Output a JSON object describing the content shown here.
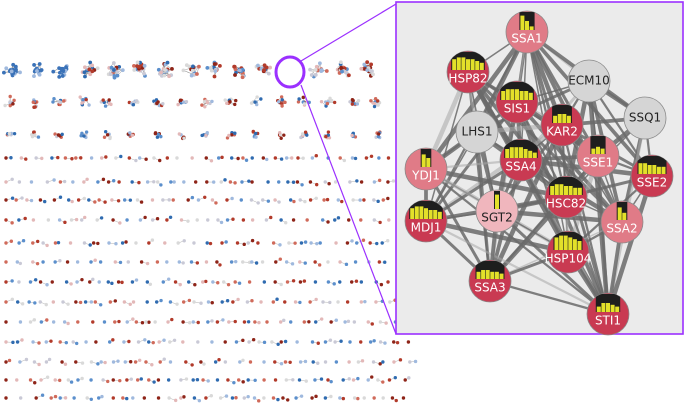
{
  "colors": {
    "panel_border": "#9b30ff",
    "panel_bg": "#ebebeb",
    "edge": "#6a6a6a",
    "edge_light": "#a8a8a8",
    "dark_red": "#c93a52",
    "mid_red": "#e07b87",
    "light_pink": "#f0b6bd",
    "grey": "#d5d5d5",
    "bar_yellow": "#e3e02a",
    "bar_dark": "#1e1e1e"
  },
  "nodes": [
    {
      "id": "SSA1",
      "label": "SSA1",
      "color": "mid_red",
      "bars": [
        0.8,
        0.5,
        0.2
      ]
    },
    {
      "id": "HSP82",
      "label": "HSP82",
      "color": "dark_red",
      "bars": [
        0.6,
        0.7,
        0.7,
        0.6,
        0.6,
        0.5,
        0.4
      ]
    },
    {
      "id": "ECM10",
      "label": "ECM10",
      "color": "grey",
      "bars": []
    },
    {
      "id": "SIS1",
      "label": "SIS1",
      "color": "dark_red",
      "bars": [
        0.5,
        0.6,
        0.6,
        0.6,
        0.5,
        0.5,
        0.4
      ]
    },
    {
      "id": "KAR2",
      "label": "KAR2",
      "color": "dark_red",
      "bars": [
        0.4,
        0.5,
        0.5,
        0.4
      ]
    },
    {
      "id": "SSQ1",
      "label": "SSQ1",
      "color": "grey",
      "bars": []
    },
    {
      "id": "LHS1",
      "label": "LHS1",
      "color": "grey",
      "bars": []
    },
    {
      "id": "SSA4",
      "label": "SSA4",
      "color": "dark_red",
      "bars": [
        0.5,
        0.6,
        0.6,
        0.6,
        0.5,
        0.4,
        0.3
      ]
    },
    {
      "id": "SSE1",
      "label": "SSE1",
      "color": "mid_red",
      "bars": [
        0.3,
        0.4,
        0.3
      ]
    },
    {
      "id": "YDJ1",
      "label": "YDJ1",
      "color": "mid_red",
      "bars": [
        0.7,
        0.5
      ]
    },
    {
      "id": "SSE2",
      "label": "SSE2",
      "color": "dark_red",
      "bars": [
        0.6,
        0.6,
        0.5,
        0.5,
        0.4,
        0.4
      ]
    },
    {
      "id": "HSC82",
      "label": "HSC82",
      "color": "dark_red",
      "bars": [
        0.5,
        0.6,
        0.6,
        0.5,
        0.5,
        0.4,
        0.4
      ]
    },
    {
      "id": "MDJ1",
      "label": "MDJ1",
      "color": "dark_red",
      "bars": [
        0.6,
        0.7,
        0.7,
        0.6,
        0.5,
        0.5,
        0.4
      ]
    },
    {
      "id": "SGT2",
      "label": "SGT2",
      "color": "light_pink",
      "bars": [
        0.8
      ]
    },
    {
      "id": "SSA2",
      "label": "SSA2",
      "color": "mid_red",
      "bars": [
        0.7,
        0.4
      ]
    },
    {
      "id": "HSP104",
      "label": "HSP104",
      "color": "dark_red",
      "bars": [
        0.7,
        0.8,
        0.8,
        0.7,
        0.6,
        0.5
      ]
    },
    {
      "id": "SSA3",
      "label": "SSA3",
      "color": "dark_red",
      "bars": [
        0.4,
        0.5,
        0.5,
        0.4,
        0.4,
        0.3
      ]
    },
    {
      "id": "STI1",
      "label": "STI1",
      "color": "dark_red",
      "bars": [
        0.3,
        0.5,
        0.5,
        0.4,
        0.3
      ]
    }
  ],
  "edges": [
    [
      "SSA1",
      "HSP82"
    ],
    [
      "SSA1",
      "SIS1"
    ],
    [
      "SSA1",
      "KAR2"
    ],
    [
      "SSA1",
      "ECM10"
    ],
    [
      "SSA1",
      "SSQ1"
    ],
    [
      "SSA1",
      "SSA4"
    ],
    [
      "SSA1",
      "SSE1"
    ],
    [
      "SSA1",
      "YDJ1"
    ],
    [
      "SSA1",
      "HSC82"
    ],
    [
      "SSA1",
      "SSA2"
    ],
    [
      "SSA1",
      "SSA3"
    ],
    [
      "SSA1",
      "STI1"
    ],
    [
      "SSA1",
      "LHS1"
    ],
    [
      "SSA1",
      "MDJ1"
    ],
    [
      "SSA1",
      "SSE2"
    ],
    [
      "SSA1",
      "HSP104"
    ],
    [
      "HSP82",
      "SIS1"
    ],
    [
      "HSP82",
      "YDJ1"
    ],
    [
      "HSP82",
      "SSA4"
    ],
    [
      "HSP82",
      "HSC82"
    ],
    [
      "HSP82",
      "MDJ1"
    ],
    [
      "HSP82",
      "SSA2"
    ],
    [
      "HSP82",
      "STI1"
    ],
    [
      "HSP82",
      "SSA3"
    ],
    [
      "HSP82",
      "LHS1"
    ],
    [
      "HSP82",
      "SGT2"
    ],
    [
      "HSP82",
      "SSE1"
    ],
    [
      "HSP82",
      "HSP104"
    ],
    [
      "ECM10",
      "KAR2"
    ],
    [
      "ECM10",
      "SSQ1"
    ],
    [
      "ECM10",
      "SSE1"
    ],
    [
      "ECM10",
      "SSA4"
    ],
    [
      "ECM10",
      "HSC82"
    ],
    [
      "ECM10",
      "SSE2"
    ],
    [
      "ECM10",
      "SSA2"
    ],
    [
      "ECM10",
      "SIS1"
    ],
    [
      "ECM10",
      "LHS1"
    ],
    [
      "ECM10",
      "STI1"
    ],
    [
      "SIS1",
      "KAR2"
    ],
    [
      "SIS1",
      "SSA4"
    ],
    [
      "SIS1",
      "YDJ1"
    ],
    [
      "SIS1",
      "LHS1"
    ],
    [
      "SIS1",
      "SSE1"
    ],
    [
      "SIS1",
      "HSC82"
    ],
    [
      "SIS1",
      "SSA2"
    ],
    [
      "SIS1",
      "SSA3"
    ],
    [
      "SIS1",
      "MDJ1"
    ],
    [
      "SIS1",
      "SGT2"
    ],
    [
      "SIS1",
      "HSP104"
    ],
    [
      "SIS1",
      "STI1"
    ],
    [
      "KAR2",
      "SSA4"
    ],
    [
      "KAR2",
      "SSE1"
    ],
    [
      "KAR2",
      "LHS1"
    ],
    [
      "KAR2",
      "HSC82"
    ],
    [
      "KAR2",
      "SSQ1"
    ],
    [
      "KAR2",
      "SSA2"
    ],
    [
      "KAR2",
      "SSE2"
    ],
    [
      "KAR2",
      "SSA3"
    ],
    [
      "KAR2",
      "STI1"
    ],
    [
      "KAR2",
      "MDJ1"
    ],
    [
      "KAR2",
      "HSP104"
    ],
    [
      "KAR2",
      "SGT2"
    ],
    [
      "SSQ1",
      "SSE1"
    ],
    [
      "SSQ1",
      "SSE2"
    ],
    [
      "SSQ1",
      "SSA2"
    ],
    [
      "SSQ1",
      "HSC82"
    ],
    [
      "SSQ1",
      "STI1"
    ],
    [
      "LHS1",
      "YDJ1"
    ],
    [
      "LHS1",
      "SSA4"
    ],
    [
      "LHS1",
      "SGT2"
    ],
    [
      "LHS1",
      "MDJ1"
    ],
    [
      "LHS1",
      "SSA3"
    ],
    [
      "LHS1",
      "HSC82"
    ],
    [
      "SSA4",
      "YDJ1"
    ],
    [
      "SSA4",
      "SSE1"
    ],
    [
      "SSA4",
      "HSC82"
    ],
    [
      "SSA4",
      "SGT2"
    ],
    [
      "SSA4",
      "SSA2"
    ],
    [
      "SSA4",
      "HSP104"
    ],
    [
      "SSA4",
      "SSA3"
    ],
    [
      "SSA4",
      "STI1"
    ],
    [
      "SSA4",
      "MDJ1"
    ],
    [
      "SSA4",
      "SSE2"
    ],
    [
      "SSE1",
      "SSE2"
    ],
    [
      "SSE1",
      "HSC82"
    ],
    [
      "SSE1",
      "SSA2"
    ],
    [
      "SSE1",
      "STI1"
    ],
    [
      "SSE1",
      "HSP104"
    ],
    [
      "SSE1",
      "SSA3"
    ],
    [
      "YDJ1",
      "MDJ1"
    ],
    [
      "YDJ1",
      "SGT2"
    ],
    [
      "YDJ1",
      "SSA3"
    ],
    [
      "YDJ1",
      "HSC82"
    ],
    [
      "YDJ1",
      "STI1"
    ],
    [
      "YDJ1",
      "HSP104"
    ],
    [
      "SSE2",
      "SSA2"
    ],
    [
      "SSE2",
      "HSC82"
    ],
    [
      "SSE2",
      "STI1"
    ],
    [
      "SSE2",
      "HSP104"
    ],
    [
      "HSC82",
      "SGT2"
    ],
    [
      "HSC82",
      "SSA2"
    ],
    [
      "HSC82",
      "HSP104"
    ],
    [
      "HSC82",
      "SSA3"
    ],
    [
      "HSC82",
      "STI1"
    ],
    [
      "HSC82",
      "MDJ1"
    ],
    [
      "MDJ1",
      "SGT2"
    ],
    [
      "MDJ1",
      "SSA3"
    ],
    [
      "MDJ1",
      "HSP104"
    ],
    [
      "MDJ1",
      "STI1"
    ],
    [
      "SGT2",
      "SSA3"
    ],
    [
      "SGT2",
      "HSP104"
    ],
    [
      "SGT2",
      "STI1"
    ],
    [
      "SGT2",
      "SSA2"
    ],
    [
      "SSA2",
      "HSP104"
    ],
    [
      "SSA2",
      "STI1"
    ],
    [
      "SSA2",
      "SSA3"
    ],
    [
      "HSP104",
      "SSA3"
    ],
    [
      "HSP104",
      "STI1"
    ],
    [
      "SSA3",
      "STI1"
    ]
  ]
}
